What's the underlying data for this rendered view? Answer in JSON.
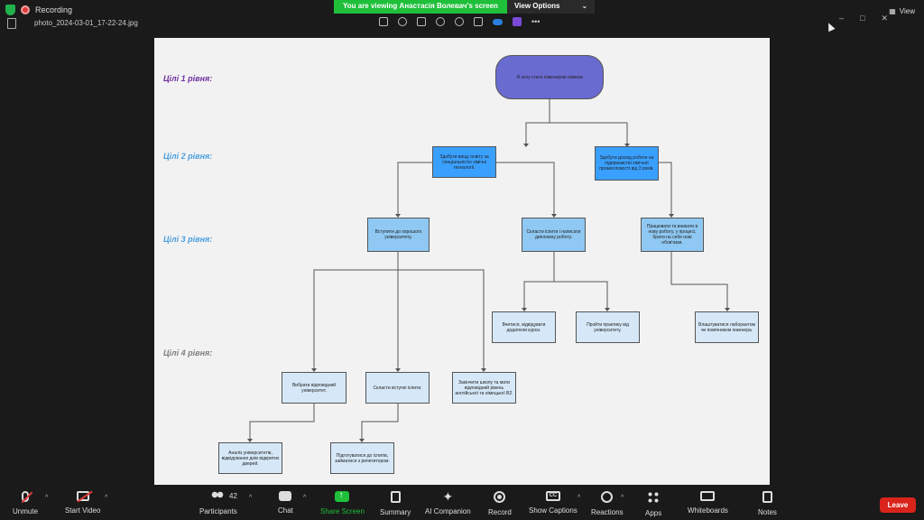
{
  "topbar": {
    "recording_label": "Recording",
    "file_name": "photo_2024-03-01_17-22-24.jpg",
    "viewing_banner": "You are viewing Анастасія Волевач's screen",
    "view_options_label": "View Options",
    "view_label": "View"
  },
  "diagram": {
    "levels": [
      "Цілі 1 рівня:",
      "Цілі 2 рівня:",
      "Цілі 3 рівня:",
      "Цілі 4 рівня:"
    ],
    "level_colors": [
      "#7030a0",
      "#4a9fe0",
      "#4a9fe0",
      "#7f7f7f"
    ],
    "root": "Я хочу стати інженером-хіміком",
    "l2": [
      "Здобути вищу освіту за спеціальністю хімічні технології.",
      "Здобути досвід роботи на підприємстві хімічної промисловості від 3 років."
    ],
    "l3": [
      "Вступити до хорошого університету.",
      "Скласти іспити і написати дипломну роботу.",
      "Працювати та вникати в нову роботу, у процесі, брати на себе нові обов'язки."
    ],
    "l4": [
      "Вибрати відповідний університет.",
      "Скласти вступні іспити.",
      "Закінчити школу та мати відповідний рівень англійської та німецької В2.",
      "Вчитися, відвідувати додаткові курси.",
      "Пройти практику від університету.",
      "Влаштуватися лаборантом чи помічником інженера."
    ],
    "l5": [
      "Аналіз університетів, відвідування днів відкритих дверей.",
      "Підготуватися до іспитів, займатися з репетитором."
    ]
  },
  "bottombar": {
    "unmute": "Unmute",
    "start_video": "Start Video",
    "participants": "Participants",
    "participants_count": "42",
    "chat": "Chat",
    "share_screen": "Share Screen",
    "summary": "Summary",
    "ai_companion": "AI Companion",
    "record": "Record",
    "show_captions": "Show Captions",
    "captions_icon_text": "CC",
    "reactions": "Reactions",
    "apps": "Apps",
    "whiteboards": "Whiteboards",
    "notes": "Notes",
    "leave": "Leave"
  }
}
